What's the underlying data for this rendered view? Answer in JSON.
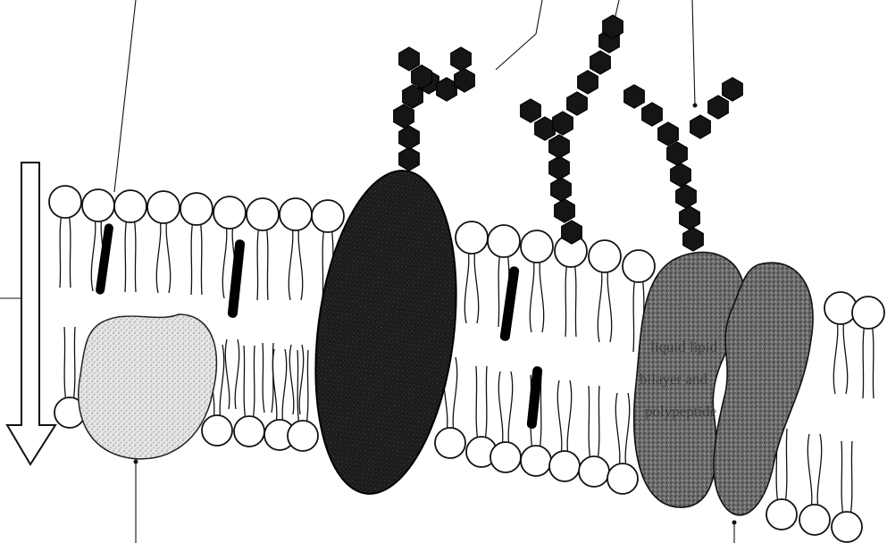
{
  "diagram": {
    "obscured_label_lines": [
      "liquid lipid",
      "bilayer and",
      "polypeptide"
    ]
  },
  "colors": {
    "background": "#ffffff",
    "ink": "#111111",
    "peripheral_protein": "#d9d9d9",
    "integral_protein_dark": "#1a1a1a",
    "channel_protein": "#6e6e6e",
    "carbohydrate": "#151515"
  }
}
